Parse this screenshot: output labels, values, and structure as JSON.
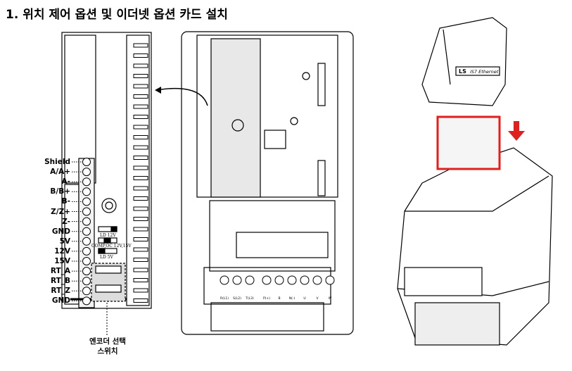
{
  "title": "1. 위치 제어 옵션 및 이더넷 옵션 카드 설치",
  "terminal_labels": [
    "Shield",
    "A/A+",
    "A-",
    "B/B+",
    "B-",
    "Z/Z+",
    "Z-",
    "GND",
    "5V",
    "12V",
    "15V",
    "RT_A",
    "RT_B",
    "RT_Z",
    "GND"
  ],
  "switch_labels": {
    "ld12": "LD 12V",
    "comp": "COMP,OC 12V,15V",
    "ld5": "LD 5V"
  },
  "encoder_switch": {
    "line1": "엔코더 선택",
    "line2": "스위치"
  },
  "power_terminals": [
    "R(L1)",
    "S(L2)",
    "T(L3)",
    "P(+)",
    "B",
    "N(-)",
    "U",
    "V",
    "W"
  ],
  "ethernet_card": {
    "brand": "LS",
    "model": "iS7 Ethernet"
  },
  "colors": {
    "highlight": "#e0201e",
    "arrow": "#e0201e"
  }
}
